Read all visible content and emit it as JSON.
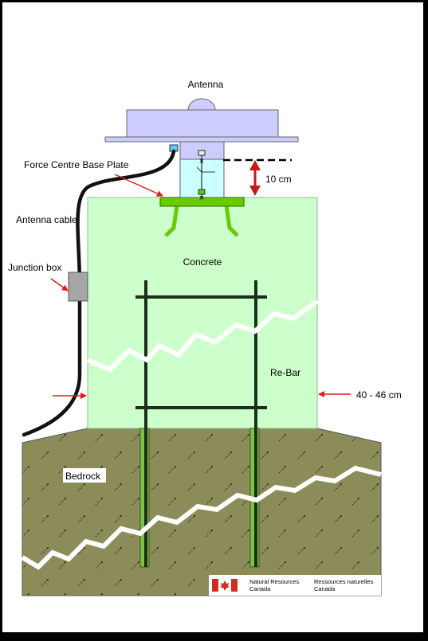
{
  "labels": {
    "antenna": "Antenna",
    "base_plate": "Force Centre Base Plate",
    "height": "10 cm",
    "antenna_cable": "Antenna cable",
    "concrete": "Concrete",
    "junction_box": "Junction box",
    "rebar": "Re-Bar",
    "width": "40 - 46 cm",
    "bedrock": "Bedrock"
  },
  "logo": {
    "english": [
      "Natural Resources",
      "Canada"
    ],
    "french": [
      "Ressources naturelles",
      "Canada"
    ]
  },
  "colors": {
    "background": "#ffffff",
    "frame": "#000000",
    "concrete": "#ccffcc",
    "bedrock": "#8c8c5a",
    "rebar": "#1a2e1a",
    "rebar_bedrock": "#7cc341",
    "plate": "#66cc00",
    "antenna": "#ccccff",
    "mount": "#ccffff",
    "junction_box": "#a6a6a6",
    "arrow": "#e01b1b",
    "flag_red": "#d52b1e"
  }
}
